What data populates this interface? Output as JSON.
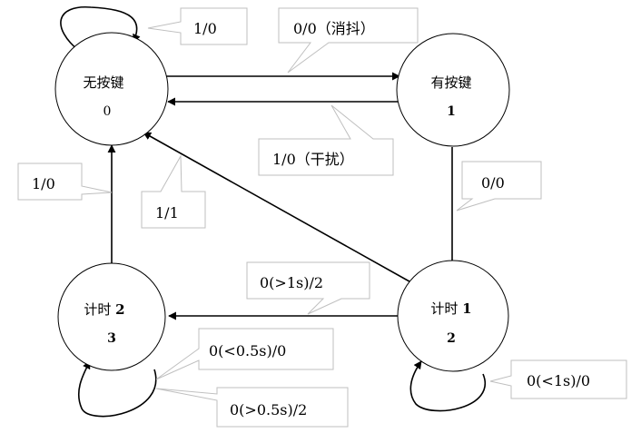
{
  "states": {
    "s0": {
      "name": "无按键",
      "code": "0"
    },
    "s1": {
      "name": "有按键",
      "code": "1"
    },
    "s2": {
      "name_prefix": "计时 ",
      "name_num": "1",
      "code": "2"
    },
    "s3": {
      "name_prefix": "计时 ",
      "name_num": "2",
      "code": "3"
    }
  },
  "transitions": {
    "t00": "1/0",
    "t01": "0/0（消抖）",
    "t10": "1/0（干扰）",
    "t12": "0/0",
    "t20": "1/1",
    "t23": "0(>1s)/2",
    "t22": "0(<1s)/0",
    "t30": "1/0",
    "t33a": "0(<0.5s)/0",
    "t33b": "0(>0.5s)/2"
  },
  "colors": {
    "line": "#000000",
    "callout_border": "#bfbfbf",
    "background": "#ffffff"
  }
}
